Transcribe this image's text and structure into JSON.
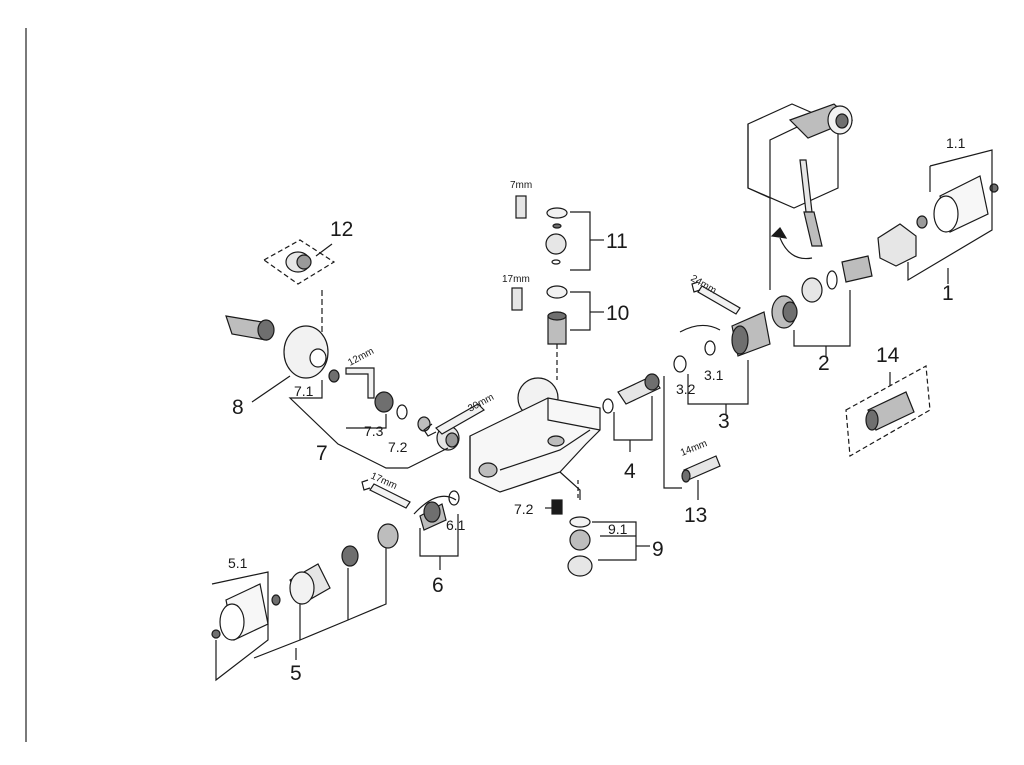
{
  "diagram": {
    "colors": {
      "ink": "#1a1a1a",
      "part_fill": "#f2f2f2",
      "part_shade": "#bdbdbd",
      "part_dark": "#6f6f6f",
      "frame_line": "#7a7a7a"
    },
    "labels": {
      "l1": "1",
      "l1_1": "1.1",
      "l2": "2",
      "l3": "3",
      "l3_1": "3.1",
      "l3_2": "3.2",
      "l4": "4",
      "l5": "5",
      "l5_1": "5.1",
      "l6": "6",
      "l6_1": "6.1",
      "l7": "7",
      "l7_1": "7.1",
      "l7_2a": "7.2",
      "l7_2b": "7.2",
      "l7_3": "7.3",
      "l8": "8",
      "l9": "9",
      "l9_1": "9.1",
      "l10": "10",
      "l11": "11",
      "l12": "12",
      "l13": "13",
      "l14": "14"
    },
    "tool_sizes": {
      "t7mm": "7mm",
      "t17mm_top": "17mm",
      "t24mm": "24mm",
      "t12mm": "12mm",
      "t30mm": "30mm",
      "t17mm_left": "17mm",
      "t14mm": "14mm"
    },
    "icons": {
      "wrench": "open-end-wrench-icon",
      "hex_key": "hex-key-icon",
      "screwdriver": "screwdriver-icon",
      "rotation_arrow": "rotation-arrow-icon"
    }
  }
}
